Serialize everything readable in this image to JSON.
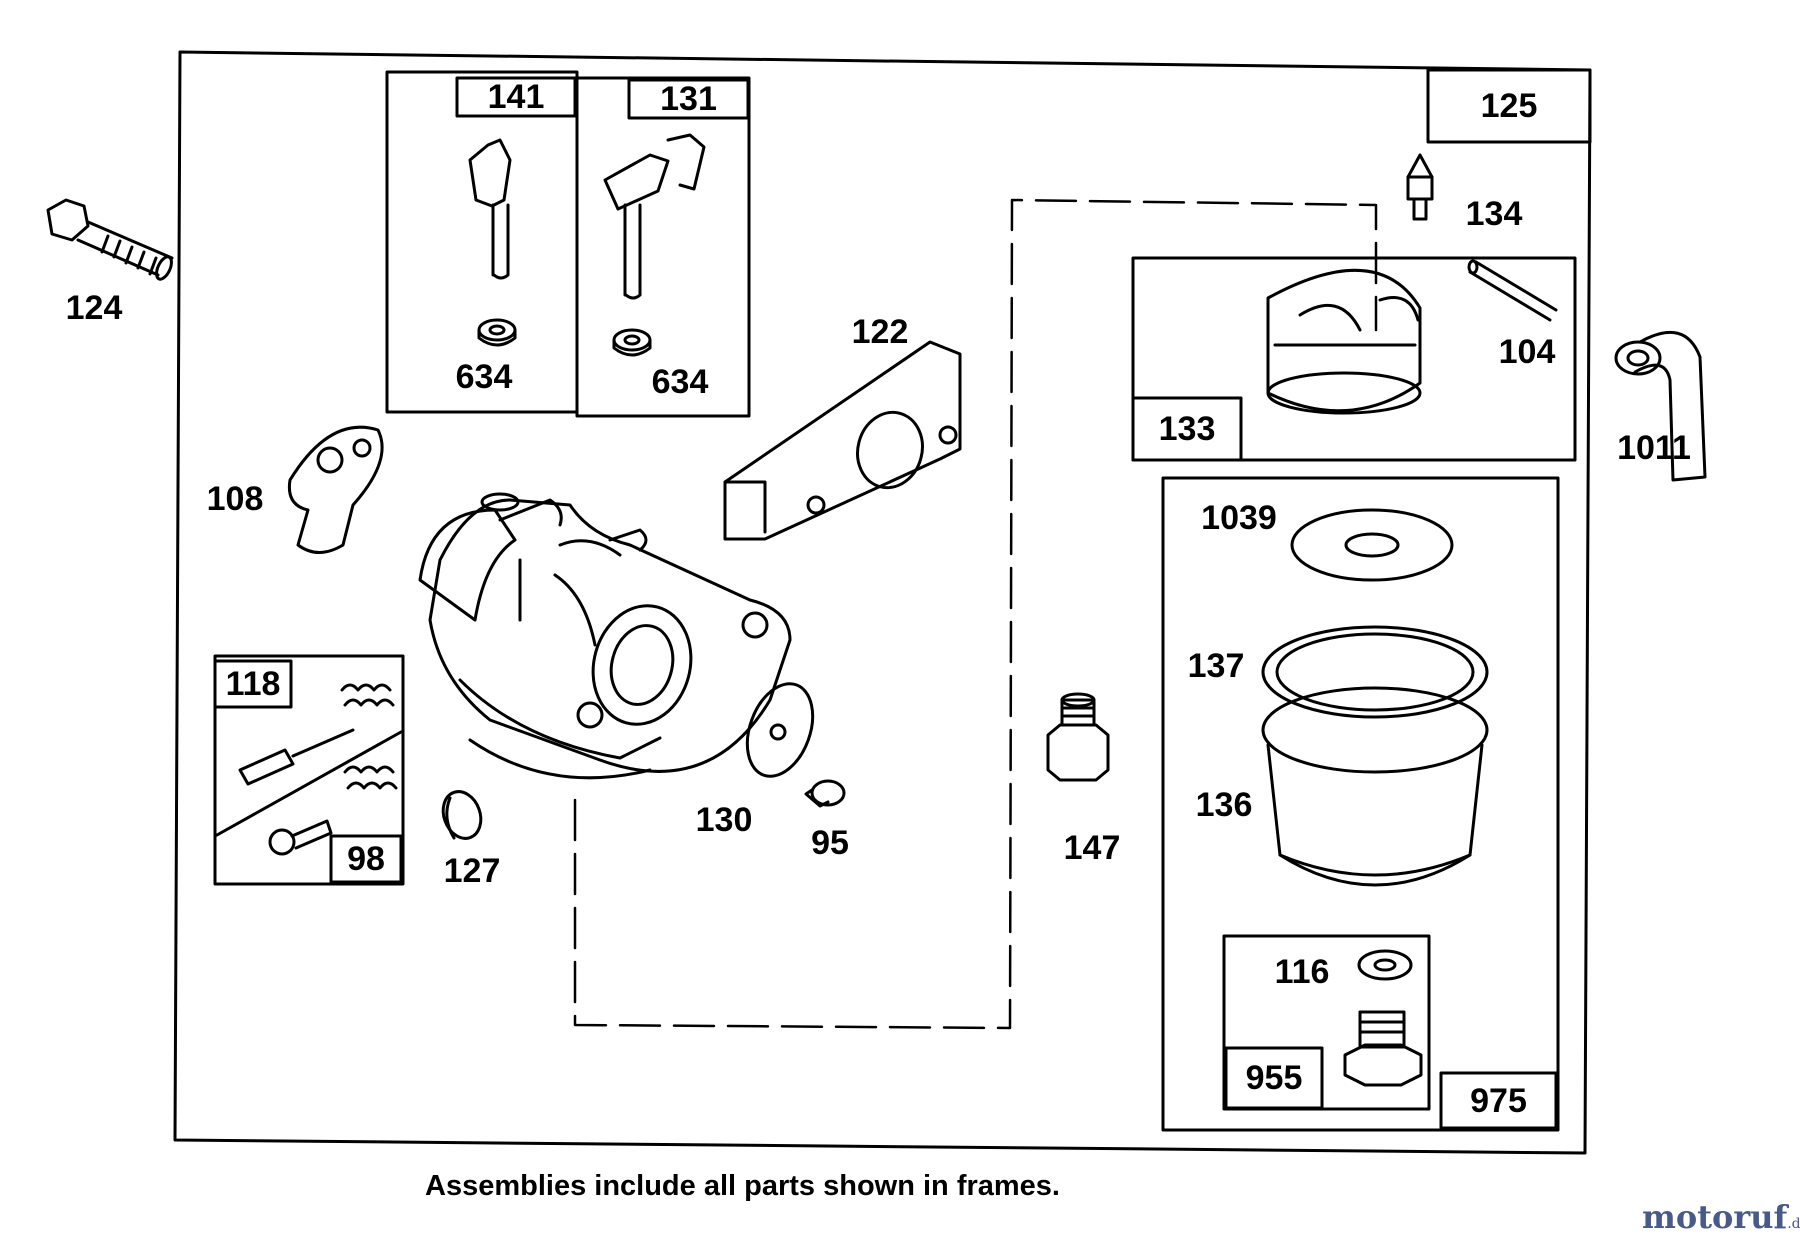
{
  "diagram": {
    "caption": "Assemblies include all parts shown in frames.",
    "watermark": {
      "name": "motoruf",
      "tld": ".de"
    },
    "frame_labels": {
      "f141": "141",
      "f131": "131",
      "f125": "125",
      "f133": "133",
      "f118": "118",
      "f98": "98",
      "f955": "955",
      "f975": "975"
    },
    "callouts": {
      "p124": "124",
      "p634a": "634",
      "p634b": "634",
      "p122": "122",
      "p134": "134",
      "p104": "104",
      "p1011": "1011",
      "p108": "108",
      "p1039": "1039",
      "p137": "137",
      "p136": "136",
      "p116": "116",
      "p127": "127",
      "p130": "130",
      "p95": "95",
      "p147": "147"
    }
  }
}
